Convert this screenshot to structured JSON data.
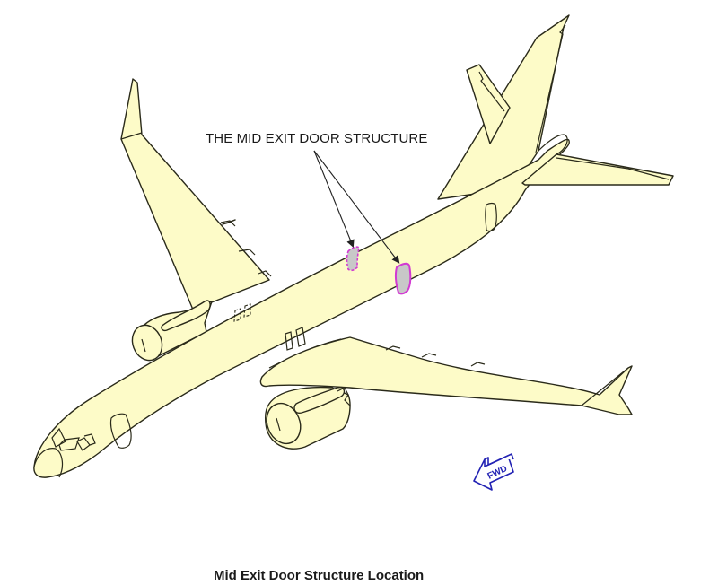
{
  "figure": {
    "callout_label": "THE MID EXIT DOOR STRUCTURE",
    "caption": "Mid Exit Door Structure Location",
    "direction_indicator": "FWD"
  },
  "colors": {
    "aircraft_fill": "#fdfbc8",
    "outline": "#2a2a1a",
    "door_highlight": "#d23ad2",
    "door_fill": "#c8c8c8",
    "fwd_arrow": "#2323b4"
  },
  "highlights": [
    {
      "name": "left-mid-exit-door",
      "style": "hidden (dashed)"
    },
    {
      "name": "right-mid-exit-door",
      "style": "visible (solid)"
    }
  ]
}
